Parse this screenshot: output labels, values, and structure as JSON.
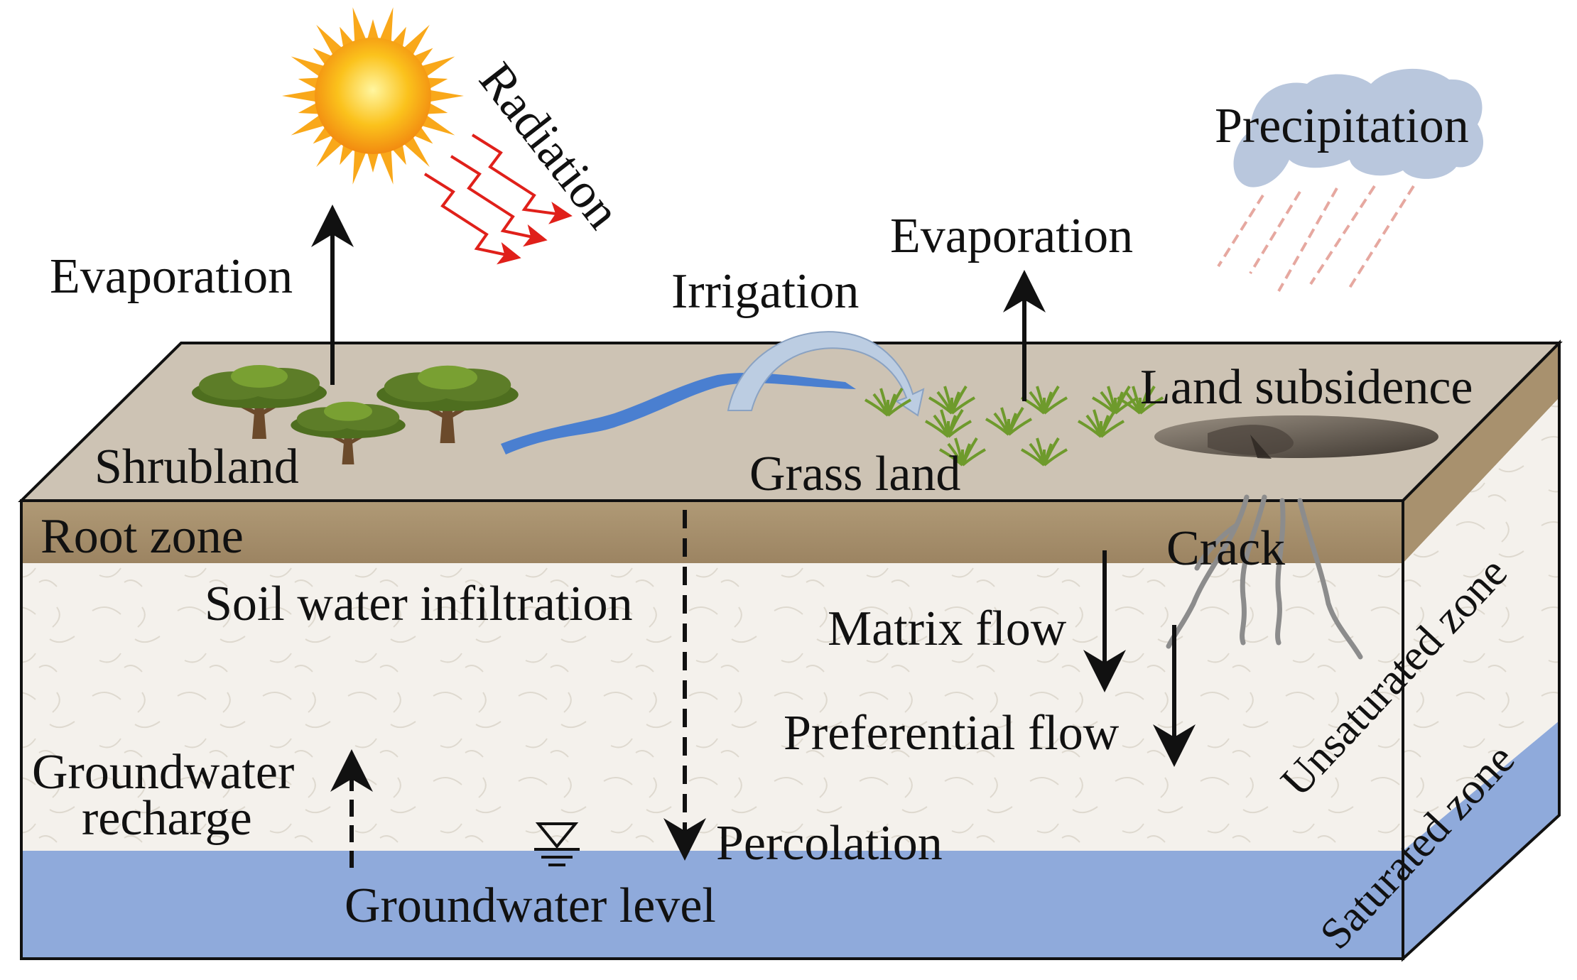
{
  "labels": {
    "radiation": "Radiation",
    "precipitation": "Precipitation",
    "evaporation_left": "Evaporation",
    "evaporation_right": "Evaporation",
    "irrigation": "Irrigation",
    "shrubland": "Shrubland",
    "grass_land": "Grass land",
    "land_subsidence": "Land subsidence",
    "root_zone": "Root zone",
    "crack": "Crack",
    "soil_water_infiltration": "Soil water infiltration",
    "matrix_flow": "Matrix flow",
    "preferential_flow": "Preferential flow",
    "groundwater_recharge_line1": "Groundwater",
    "groundwater_recharge_line2": "recharge",
    "percolation": "Percolation",
    "groundwater_level": "Groundwater level",
    "unsaturated_zone": "Unsaturated zone",
    "saturated_zone": "Saturated zone"
  },
  "colors": {
    "surface": "#cdc3b4",
    "root_zone": "#a8916e",
    "unsaturated": "#f4f1ec",
    "saturated": "#8faadb",
    "river": "#4a7fd0",
    "irrigation_arrow": "#bccde2",
    "radiation_arrows": "#e0201a",
    "sun": "#f9a81a",
    "cloud": "#b9c7dd",
    "rain": "#e6a8a0",
    "shrub": "#5d7d28",
    "grass": "#6e9a2c",
    "crack": "#8c8c8c"
  },
  "icons": [
    "sun-icon",
    "cloud-icon",
    "shrub-icon",
    "grass-icon",
    "river-icon",
    "subsidence-pit-icon",
    "water-table-symbol-icon"
  ]
}
